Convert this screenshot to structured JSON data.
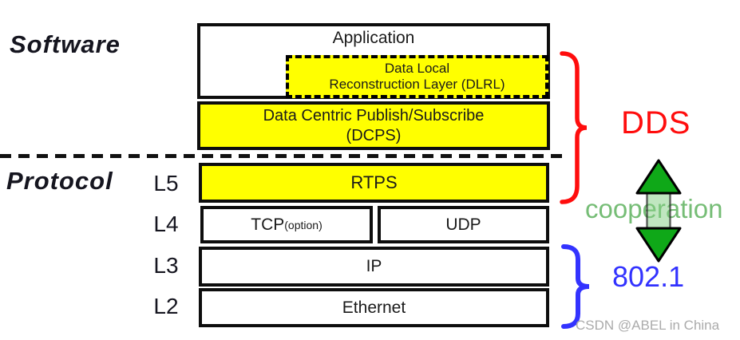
{
  "sections": {
    "software": "Software",
    "protocol": "Protocol"
  },
  "stack": {
    "application": "Application",
    "dlrl": {
      "line1": "Data Local",
      "line2": "Reconstruction Layer (DLRL)"
    },
    "dcps": {
      "line1": "Data Centric Publish/Subscribe",
      "line2": "(DCPS)"
    },
    "rtps": "RTPS",
    "tcp": "TCP",
    "tcp_option": "(option)",
    "udp": "UDP",
    "ip": "IP",
    "ethernet": "Ethernet"
  },
  "layers": {
    "l5": "L5",
    "l4": "L4",
    "l3": "L3",
    "l2": "L2"
  },
  "annotations": {
    "dds": "DDS",
    "cooperation": "cooperation",
    "ieee": "802.1",
    "watermark": "CSDN @ABEL in China"
  },
  "colors": {
    "box_yellow": "#ffff00",
    "dds_red": "#ff0d0d",
    "cooperation_green": "#76bd76",
    "arrow_green": "#0fa818",
    "ieee_blue": "#3232ff",
    "watermark_gray": "#ababab"
  }
}
